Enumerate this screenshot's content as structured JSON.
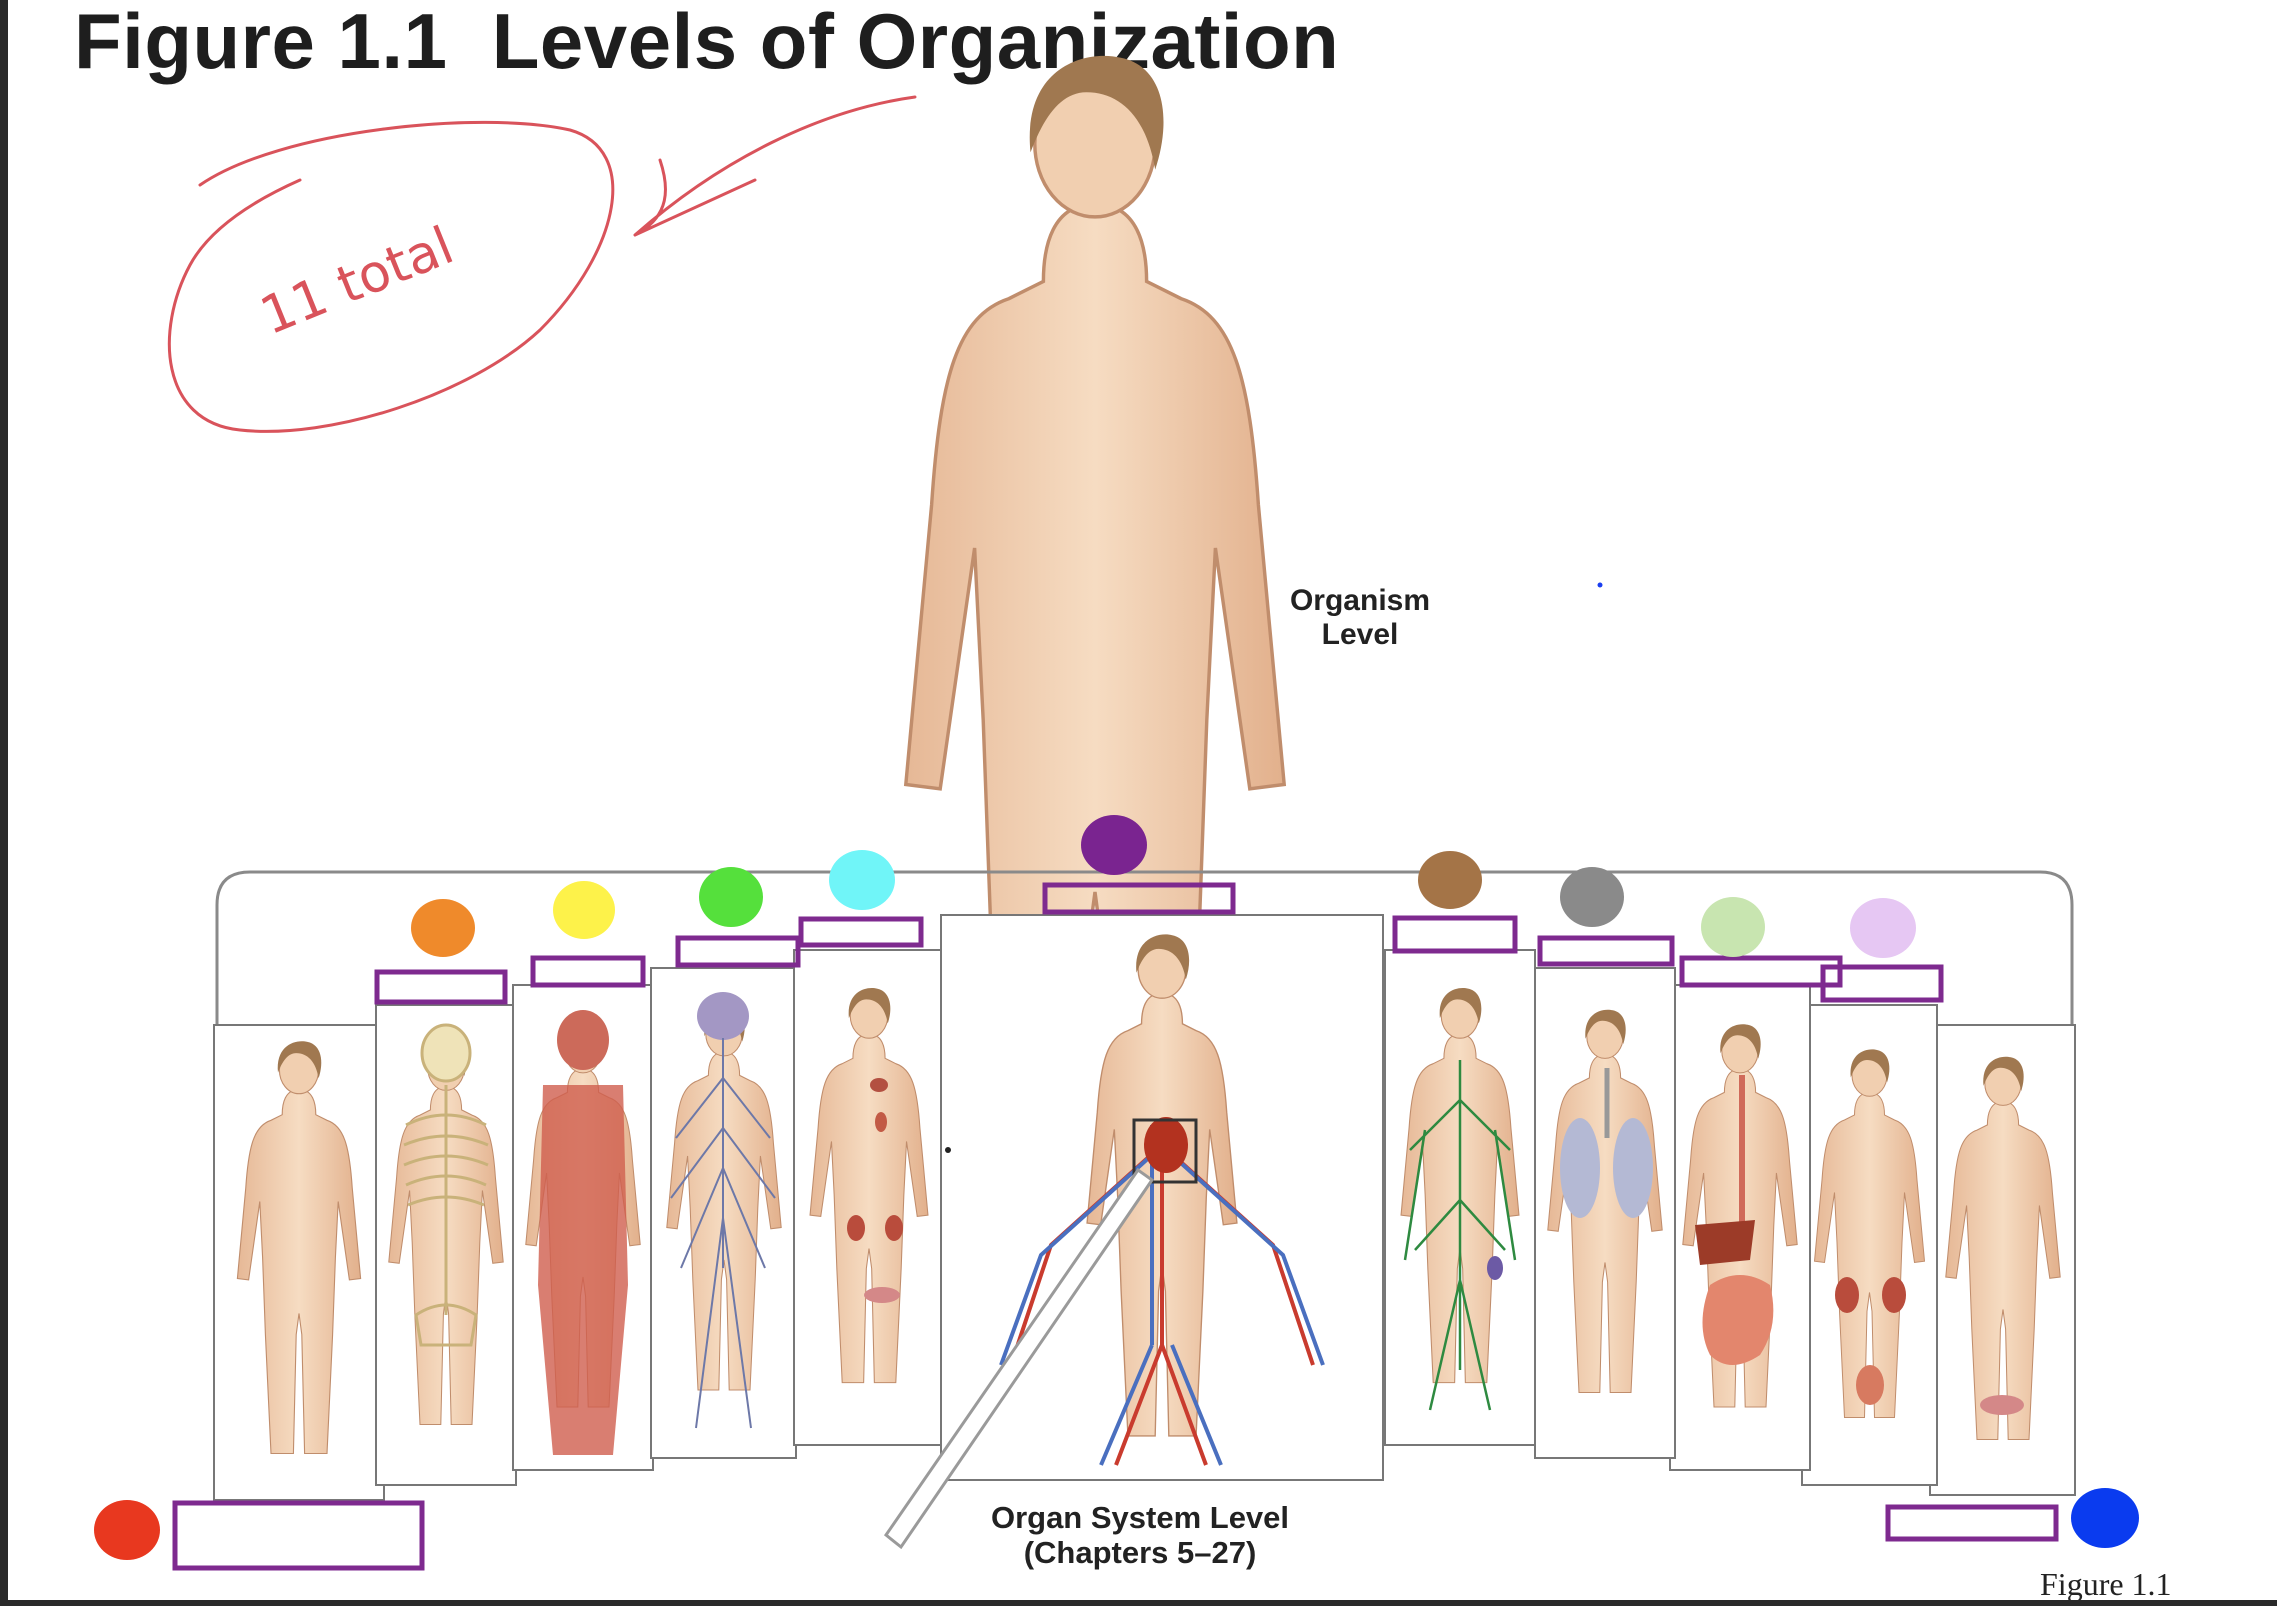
{
  "title": "Figure 1.1  Levels of Organization",
  "handwritten_note": "11 total",
  "labels": {
    "organism": [
      "Organism",
      "Level"
    ],
    "organ_system": [
      "Organ System Level",
      "(Chapters 5–27)"
    ],
    "footer": "Figure 1.1"
  },
  "colors": {
    "annotation_ink": "#d9535b",
    "label_box": "#7e2a8f",
    "skin": "#f2d0b0",
    "hair": "#a07850"
  },
  "organ_systems": [
    {
      "dot_color": "#e8381f"
    },
    {
      "dot_color": "#ef8a2b"
    },
    {
      "dot_color": "#fdf24a"
    },
    {
      "dot_color": "#55e03c"
    },
    {
      "dot_color": "#70f5f8"
    },
    {
      "dot_color": "#7a2490"
    },
    {
      "dot_color": "#a47447"
    },
    {
      "dot_color": "#8a8a8a"
    },
    {
      "dot_color": "#c8e5b0"
    },
    {
      "dot_color": "#e6c7f3"
    },
    {
      "dot_color": "#0a3bef"
    }
  ]
}
